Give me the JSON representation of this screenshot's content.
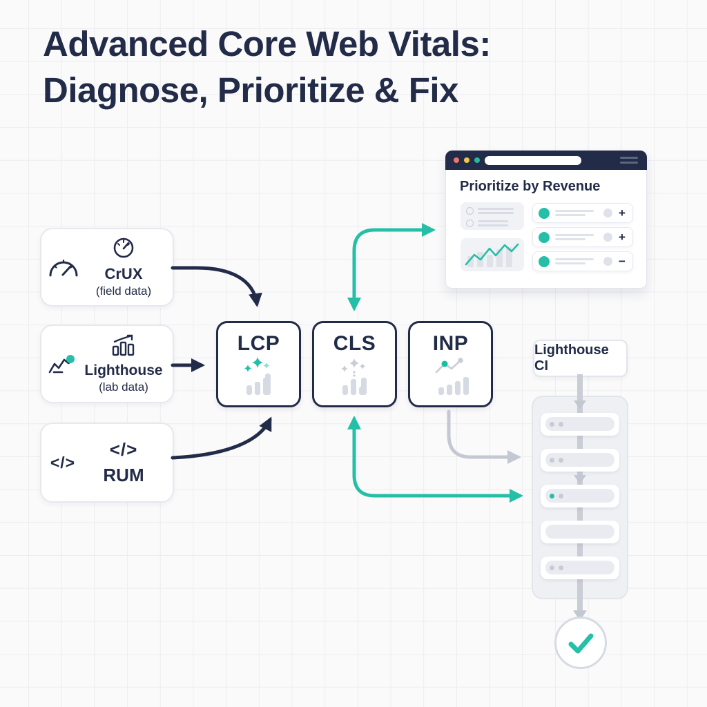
{
  "title": {
    "line1": "Advanced Core Web Vitals:",
    "line2": "Diagnose, Prioritize & Fix"
  },
  "sources": [
    {
      "label": "CrUX",
      "sublabel": "(field data)"
    },
    {
      "label": "Lighthouse",
      "sublabel": "(lab data)"
    },
    {
      "label": "RUM",
      "icon_text": "</>"
    }
  ],
  "metrics": [
    {
      "label": "LCP"
    },
    {
      "label": "CLS"
    },
    {
      "label": "INP"
    }
  ],
  "browser": {
    "heading": "Prioritize by Revenue",
    "rows": [
      {
        "action": "+"
      },
      {
        "action": "+"
      },
      {
        "action": "−"
      }
    ]
  },
  "pipeline": {
    "label": "Lighthouse CI"
  },
  "colors": {
    "navy": "#222b47",
    "teal": "#25bfa7",
    "light_teal": "#8ddccd",
    "gray_arrow": "#c4c8d2",
    "bar_gray": "#d6dae3",
    "panel_gray": "#eef0f4",
    "coral_dot": "#e8756a",
    "yellow_dot": "#f0c24e",
    "teal_dot": "#2ab89d",
    "background": "#fafafb"
  }
}
